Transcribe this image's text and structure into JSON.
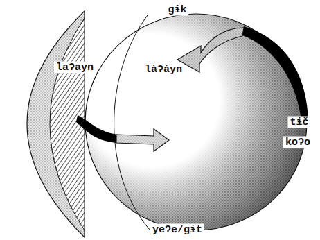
{
  "diagram": {
    "labels": [
      "gɨk",
      "laʔayn",
      "làʔáyn",
      "tɨč",
      "koʔo",
      "yeʔe/gɨt"
    ]
  }
}
